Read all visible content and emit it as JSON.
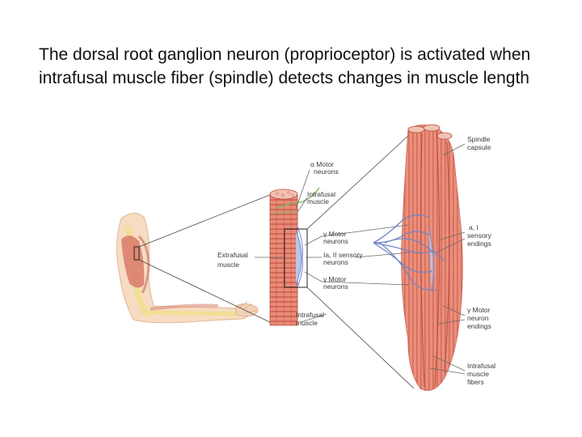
{
  "slide": {
    "heading": "The dorsal root ganglion neuron (proprioceptor) is activated when intrafusal muscle fiber (spindle) detects changes in muscle length"
  },
  "diagram": {
    "labels": {
      "alpha_motor_1": "α Motor",
      "alpha_motor_2": "neurons",
      "intrafusal_top_1": "Intrafusal",
      "intrafusal_top_2": "muscle",
      "extrafusal_1": "Extrafusal",
      "extrafusal_2": "muscle",
      "gamma_motor_a_1": "γ Motor",
      "gamma_motor_a_2": "neurons",
      "ia_sensory_1": "Ia, II sensory",
      "ia_sensory_2": "neurons",
      "gamma_motor_b_1": "γ Motor",
      "gamma_motor_b_2": "neurons",
      "intrafusal_bottom_1": "Intrafusal",
      "intrafusal_bottom_2": "muscle",
      "spindle_capsule_1": "Spindle",
      "spindle_capsule_2": "capsule",
      "sensory_endings_1": "a, I",
      "sensory_endings_2": "sensory",
      "sensory_endings_3": "endings",
      "gamma_endings_1": "γ Motor",
      "gamma_endings_2": "neuron",
      "gamma_endings_3": "endings",
      "intrafusal_fibers_1": "Intrafusal",
      "intrafusal_fibers_2": "muscle",
      "intrafusal_fibers_3": "fibers"
    },
    "colors": {
      "muscle": "#e8806e",
      "muscle_dark": "#b84a3c",
      "skin": "#f6dcc2",
      "bone": "#f5e7a8",
      "nerve_blue": "#6f86c6",
      "nerve_green": "#7db35a",
      "leader": "#6b6b6b"
    }
  }
}
